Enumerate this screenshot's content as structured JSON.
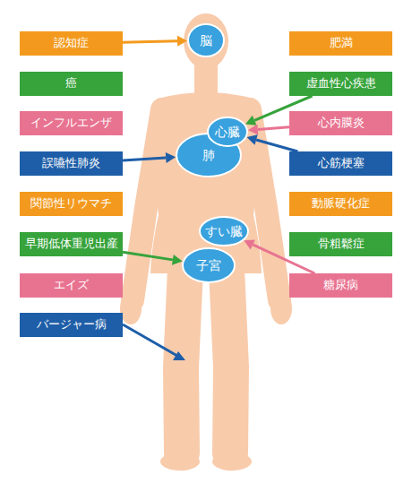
{
  "diagram": {
    "nodes": [
      {
        "text": [
          "認知症"
        ]
      },
      {
        "text": [
          "癌"
        ]
      },
      {
        "text": [
          "インフルエンザ"
        ]
      },
      {
        "text": [
          "誤嚥性肺炎"
        ]
      },
      {
        "text": [
          "関節性リウマチ"
        ]
      },
      {
        "text": [
          "早期低体重児出産"
        ]
      },
      {
        "text": [
          "エイズ"
        ]
      },
      {
        "text": [
          "バージャー病"
        ]
      },
      {
        "text": [
          "脳"
        ]
      },
      {
        "text": [
          "肺"
        ]
      },
      {
        "text": [
          "心臓"
        ]
      },
      {
        "text": [
          "すい臓"
        ]
      },
      {
        "text": [
          "子宮"
        ]
      },
      {
        "text": [
          "肥満"
        ]
      },
      {
        "text": [
          "虚血性心疾患"
        ]
      },
      {
        "text": [
          "心内膜炎"
        ]
      },
      {
        "text": [
          "心筋梗塞"
        ]
      },
      {
        "text": [
          "動脈硬化症"
        ]
      },
      {
        "text": [
          "骨粗鬆症"
        ]
      },
      {
        "text": [
          "糖尿病"
        ]
      }
    ],
    "edges": [
      {
        "from": 0,
        "to": 8,
        "arrow": "to"
      },
      {
        "from": 3,
        "to": 9,
        "arrow": "to"
      },
      {
        "from": 5,
        "to": 12,
        "arrow": "to"
      },
      {
        "from": 14,
        "to": 10,
        "arrow": "to"
      },
      {
        "from": 15,
        "to": 10,
        "arrow": "to"
      },
      {
        "from": 16,
        "to": 10,
        "arrow": "to"
      },
      {
        "from": 19,
        "to": 11,
        "arrow": "to"
      }
    ]
  }
}
